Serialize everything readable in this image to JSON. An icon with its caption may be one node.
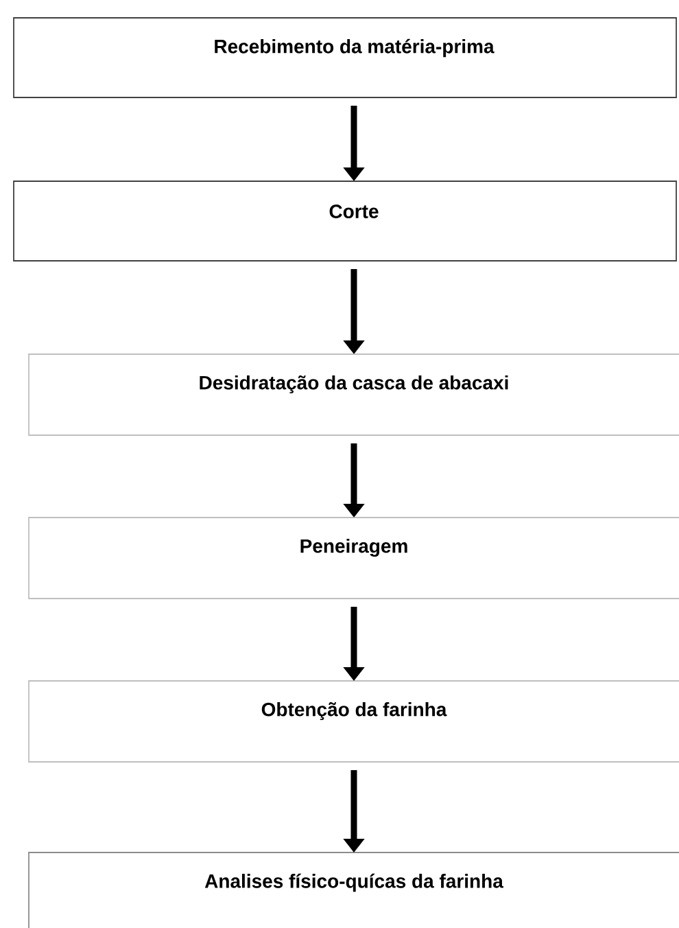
{
  "diagram": {
    "nodes": [
      {
        "text": [
          "Recebimento da matéria-prima"
        ]
      },
      {
        "text": [
          "Corte"
        ]
      },
      {
        "text": [
          "Desidratação da casca de abacaxi"
        ]
      },
      {
        "text": [
          "Peneiragem"
        ]
      },
      {
        "text": [
          "Obtenção da farinha"
        ]
      },
      {
        "text": [
          "Analises físico-quícas da farinha"
        ]
      }
    ],
    "edges": [
      {
        "from": 0,
        "to": 1,
        "arrow": "to"
      },
      {
        "from": 1,
        "to": 2,
        "arrow": "to"
      },
      {
        "from": 2,
        "to": 3,
        "arrow": "to"
      },
      {
        "from": 3,
        "to": 4,
        "arrow": "to"
      },
      {
        "from": 4,
        "to": 5,
        "arrow": "to"
      }
    ]
  }
}
